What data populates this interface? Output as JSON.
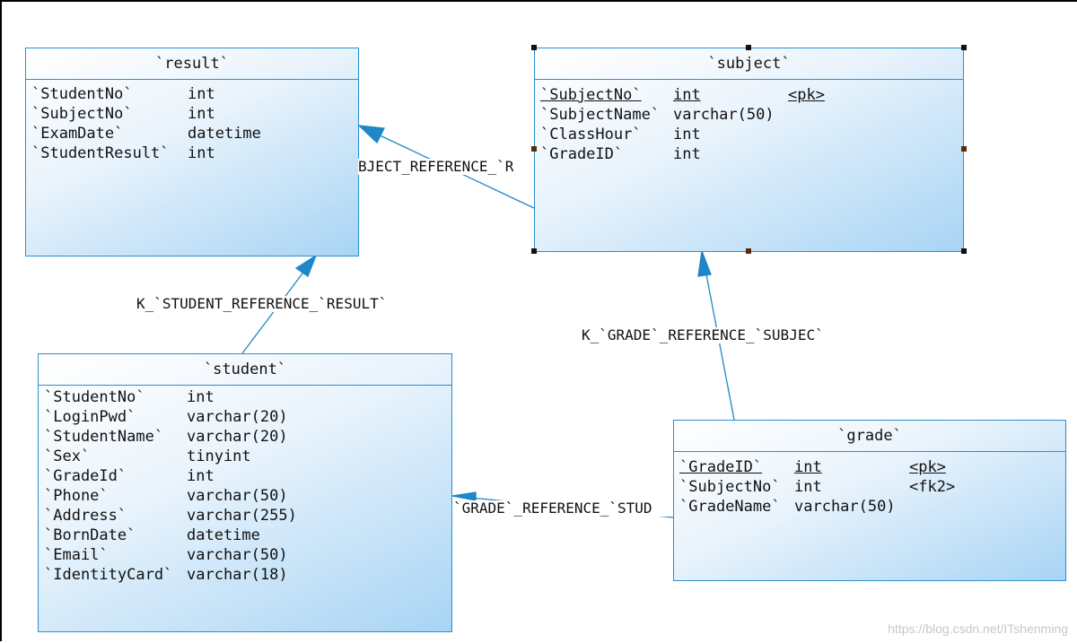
{
  "entities": {
    "result": {
      "title": "`result`",
      "fields": [
        {
          "name": "`StudentNo`",
          "type": "int"
        },
        {
          "name": "`SubjectNo`",
          "type": "int"
        },
        {
          "name": "`ExamDate`",
          "type": "datetime"
        },
        {
          "name": "`StudentResult`",
          "type": "int"
        }
      ]
    },
    "subject": {
      "title": "`subject`",
      "fields": [
        {
          "name": "`SubjectNo`",
          "type": "int",
          "key": "<pk>"
        },
        {
          "name": "`SubjectName`",
          "type": "varchar(50)"
        },
        {
          "name": "`ClassHour`",
          "type": "int"
        },
        {
          "name": "`GradeID`",
          "type": "int"
        }
      ]
    },
    "student": {
      "title": "`student`",
      "fields": [
        {
          "name": "`StudentNo`",
          "type": "int"
        },
        {
          "name": "`LoginPwd`",
          "type": "varchar(20)"
        },
        {
          "name": "`StudentName`",
          "type": "varchar(20)"
        },
        {
          "name": "`Sex`",
          "type": "tinyint"
        },
        {
          "name": "`GradeId`",
          "type": "int"
        },
        {
          "name": "`Phone`",
          "type": "varchar(50)"
        },
        {
          "name": "`Address`",
          "type": "varchar(255)"
        },
        {
          "name": "`BornDate`",
          "type": "datetime"
        },
        {
          "name": "`Email`",
          "type": "varchar(50)"
        },
        {
          "name": "`IdentityCard`",
          "type": "varchar(18)"
        }
      ]
    },
    "grade": {
      "title": "`grade`",
      "fields": [
        {
          "name": "`GradeID`",
          "type": "int",
          "key": "<pk>"
        },
        {
          "name": "`SubjectNo`",
          "type": "int",
          "key": "<fk2>"
        },
        {
          "name": "`GradeName`",
          "type": "varchar(50)"
        }
      ]
    }
  },
  "relations": {
    "subject_result": "BJECT_REFERENCE_`R",
    "student_result": "K_`STUDENT_REFERENCE_`RESULT`",
    "grade_subject": "K_`GRADE`_REFERENCE_`SUBJEC`",
    "grade_student": "`GRADE`_REFERENCE_`STUD"
  },
  "watermark": "https://blog.csdn.net/ITshenming",
  "colors": {
    "line": "#1f86c8",
    "border": "#2a8fd0"
  }
}
